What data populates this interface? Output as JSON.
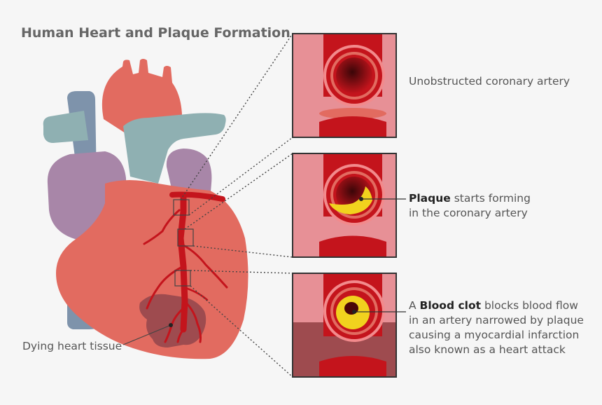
{
  "title": "Human Heart and Plaque Formation",
  "captions": {
    "unobstructed": "Unobstructed coronary artery",
    "plaque_bold": "Plaque",
    "plaque_line1_rest": " starts forming",
    "plaque_line2": "in the coronary artery",
    "clot_prefix": "A ",
    "clot_bold": "Blood clot",
    "clot_line1_rest": " blocks blood flow",
    "clot_line2": "in an artery narrowed by plaque",
    "clot_line3": "causing a myocardial infarction",
    "clot_line4": "also known as a heart attack",
    "dying_tissue": "Dying heart tissue"
  },
  "colors": {
    "background": "#f6f6f6",
    "heart": "#e26b60",
    "heart_dark": "#d35e54",
    "vein_blue": "#7e93ab",
    "aorta_teal": "#8fb0b2",
    "atrium_purple": "#a886a8",
    "artery_red": "#c4141c",
    "dying_tissue": "#9e4b4f",
    "plaque_yellow": "#f1d21e",
    "panel_pink": "#e79096"
  }
}
